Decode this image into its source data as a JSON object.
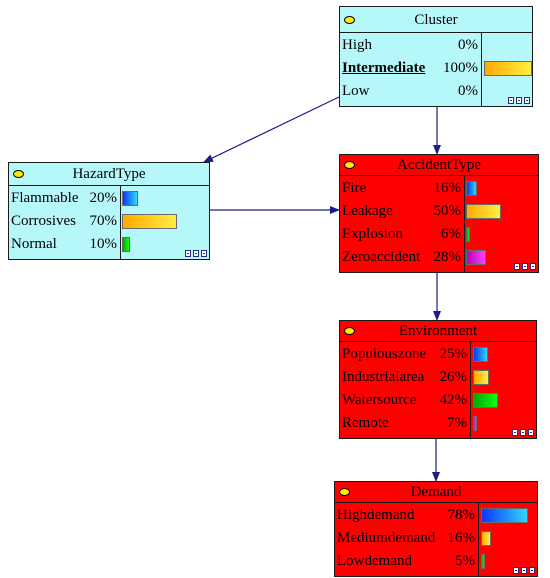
{
  "colors": {
    "cyan_node": "#b6f8fa",
    "red_node": "#ff0000",
    "border": "#1b1b1b",
    "arrow": "#1c1c8a",
    "bar_blue": "#0a36ff",
    "bar_orange": "#ffaa00",
    "bar_green": "#00a800",
    "bar_magenta": "#b800b8",
    "oval": "#ffea00"
  },
  "icons": {
    "header_marker": "yellow-oval-icon",
    "corner_tools": "node-toolbar-icon"
  },
  "nodes": {
    "cluster": {
      "title": "Cluster",
      "states": [
        {
          "label": "High",
          "pct": "0%",
          "value": 0,
          "selected": false
        },
        {
          "label": "Intermediate",
          "pct": "100%",
          "value": 100,
          "selected": true
        },
        {
          "label": "Low",
          "pct": "0%",
          "value": 0,
          "selected": false
        }
      ]
    },
    "hazardtype": {
      "title": "HazardType",
      "states": [
        {
          "label": "Flammable",
          "pct": "20%",
          "value": 20
        },
        {
          "label": "Corrosives",
          "pct": "70%",
          "value": 70
        },
        {
          "label": "Normal",
          "pct": "10%",
          "value": 10
        }
      ]
    },
    "accidenttype": {
      "title": "AccidentType",
      "states": [
        {
          "label": "Fire",
          "pct": "16%",
          "value": 16
        },
        {
          "label": "Leakage",
          "pct": "50%",
          "value": 50
        },
        {
          "label": "Explosion",
          "pct": "6%",
          "value": 6
        },
        {
          "label": "Zeroaccident",
          "pct": "28%",
          "value": 28
        }
      ]
    },
    "environment": {
      "title": "Environment",
      "states": [
        {
          "label": "Populouszone",
          "pct": "25%",
          "value": 25
        },
        {
          "label": "Industrialarea",
          "pct": "26%",
          "value": 26
        },
        {
          "label": "Watersource",
          "pct": "42%",
          "value": 42
        },
        {
          "label": "Remote",
          "pct": "7%",
          "value": 7
        }
      ]
    },
    "demand": {
      "title": "Demand",
      "states": [
        {
          "label": "Highdemand",
          "pct": "78%",
          "value": 78
        },
        {
          "label": "Mediumdemand",
          "pct": "16%",
          "value": 16
        },
        {
          "label": "Lowdemand",
          "pct": "5%",
          "value": 5
        }
      ]
    }
  },
  "edges": [
    {
      "from": "cluster",
      "to": "hazardtype"
    },
    {
      "from": "cluster",
      "to": "accidenttype"
    },
    {
      "from": "hazardtype",
      "to": "accidenttype"
    },
    {
      "from": "accidenttype",
      "to": "environment"
    },
    {
      "from": "environment",
      "to": "demand"
    }
  ]
}
